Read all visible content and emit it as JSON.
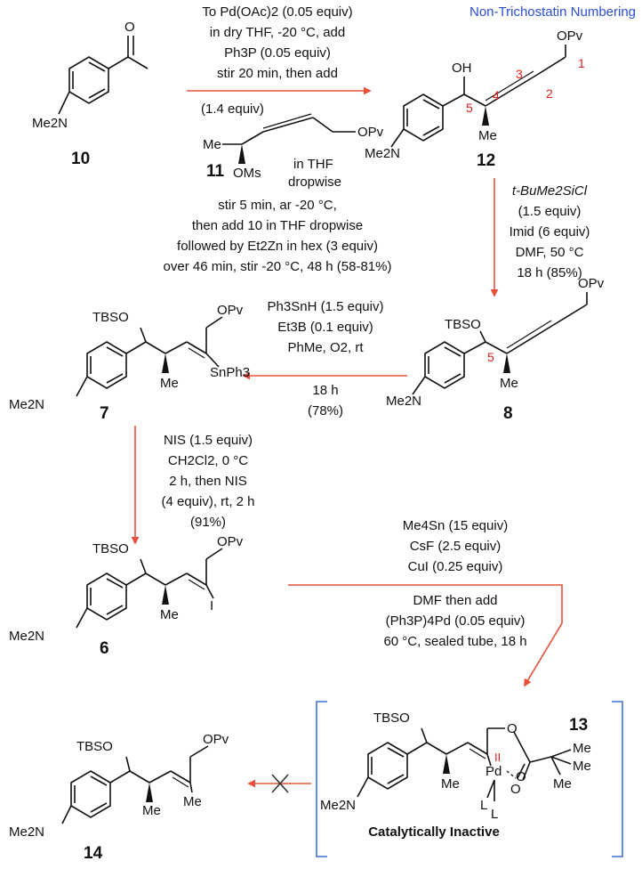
{
  "header": {
    "numbering_note": "Non-Trichostatin Numbering"
  },
  "compounds": {
    "c10": {
      "label": "10"
    },
    "c11": {
      "label": "11"
    },
    "c12": {
      "label": "12"
    },
    "c8": {
      "label": "8"
    },
    "c7": {
      "label": "7"
    },
    "c6": {
      "label": "6"
    },
    "c13": {
      "label": "13",
      "caption": "Catalytically Inactive"
    },
    "c14": {
      "label": "14"
    }
  },
  "atoms": {
    "me2n": "Me2N",
    "opv": "OPv",
    "oh": "OH",
    "me": "Me",
    "oms": "OMs",
    "tbso": "TBSO",
    "snph3": "SnPh3",
    "iodo": "I",
    "o": "O",
    "pd": "Pd",
    "ligand": "L",
    "pd_bond_order": "II",
    "aldehyde_o": "O"
  },
  "carbon_numbers": [
    "1",
    "2",
    "3",
    "4",
    "5"
  ],
  "step1": {
    "above": [
      "To Pd(OAc)2 (0.05 equiv)",
      "in dry THF,  -20 °C, add",
      "Ph3P (0.05 equiv)",
      "stir 20 min, then add"
    ],
    "reagent_equiv": "(1.4 equiv)",
    "reagent_solvent_1": "in THF",
    "reagent_solvent_2": "dropwise",
    "below": [
      "stir 5 min, ar -20 °C,",
      "then add 10 in THF dropwise",
      "followed by Et2Zn in hex (3 equiv)",
      "over 46 min, stir -20 °C, 48 h (58-81%)"
    ]
  },
  "step2": {
    "lines": [
      "t-BuMe2SiCl",
      "(1.5 equiv)",
      "Imid (6 equiv)",
      "DMF, 50 °C",
      "18 h (85%)"
    ]
  },
  "step3": {
    "lines": [
      "Ph3SnH (1.5 equiv)",
      "Et3B (0.1 equiv)",
      "PhMe, O2, rt",
      "18 h",
      "(78%)"
    ]
  },
  "step4": {
    "lines": [
      "NIS (1.5 equiv)",
      "CH2Cl2, 0 °C",
      "2 h, then NIS",
      "(4 equiv), rt, 2 h",
      "(91%)"
    ]
  },
  "step5": {
    "above": [
      "Me4Sn (15 equiv)",
      "CsF (2.5 equiv)",
      "CuI (0.25 equiv)"
    ],
    "below": [
      "DMF then add",
      "(Ph3P)4Pd (0.05 equiv)",
      "60 °C, sealed tube, 18 h"
    ]
  },
  "colors": {
    "arrow": "#e8503a",
    "bracket": "#3f6fd8",
    "number": "#e02020",
    "note": "#2a4fd6",
    "ink": "#111111"
  }
}
